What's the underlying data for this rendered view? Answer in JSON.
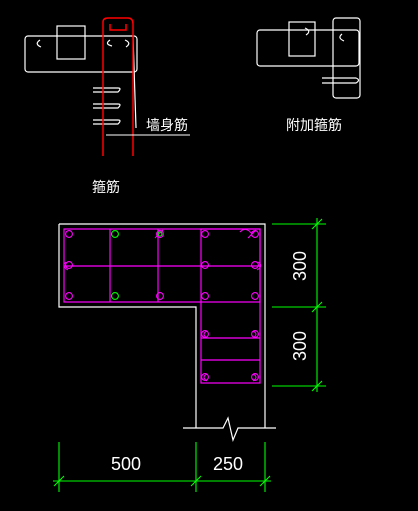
{
  "labels": {
    "wall_rebar": "墙身筋",
    "additional_stirrup": "附加箍筋",
    "stirrup": "箍筋"
  },
  "dimensions": {
    "horizontal": [
      "500",
      "250"
    ],
    "vertical": [
      "300",
      "300"
    ]
  },
  "colors": {
    "background": "#000000",
    "outline": "#ffffff",
    "stirrup": "#ff00ff",
    "wall_bar": "#ff0000",
    "dimension": "#00ff00"
  }
}
